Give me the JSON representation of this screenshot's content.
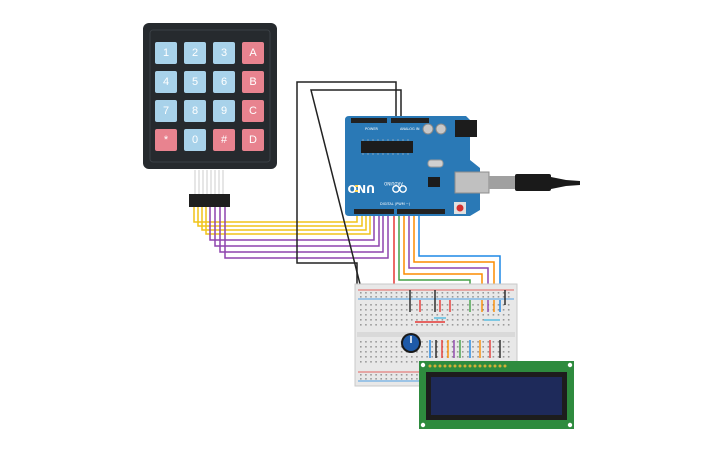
{
  "keypad": {
    "rows": [
      [
        "1",
        "2",
        "3",
        "A"
      ],
      [
        "4",
        "5",
        "6",
        "B"
      ],
      [
        "7",
        "8",
        "9",
        "C"
      ],
      [
        "*",
        "0",
        "#",
        "D"
      ]
    ],
    "colors": {
      "number": "#a8d2ea",
      "letter": "#e8838f",
      "body": "#262a2e"
    }
  },
  "arduino": {
    "brand": "ARDUINO",
    "model": "UNO",
    "header_labels": {
      "power": "POWER",
      "analog": "ANALOG IN",
      "digital": "DIGITAL (PWM ~)"
    },
    "color": "#2a79b6"
  },
  "lcd": {
    "screen_color": "#1e2a5a",
    "board_color": "#2e8b3e"
  },
  "wires": {
    "colors": {
      "yellow": "#f0c419",
      "purple": "#8e44ad",
      "red": "#e53935",
      "green": "#43a047",
      "orange": "#fb8c00",
      "blue": "#1e88e5",
      "black": "#222222"
    }
  }
}
